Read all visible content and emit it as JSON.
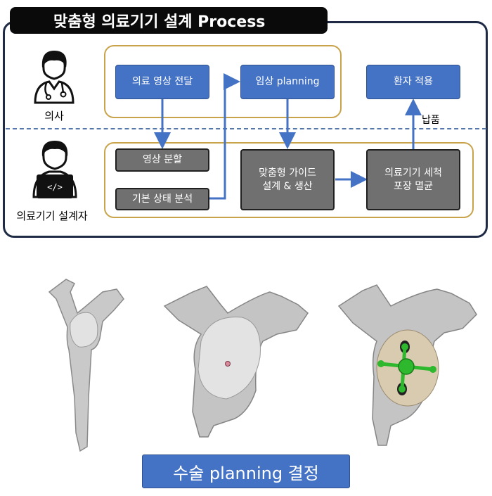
{
  "title": "맞춤형 의료기기 설계 Process",
  "roles": {
    "doctor": "의사",
    "designer": "의료기기 설계자"
  },
  "doctor_steps": {
    "image_transfer": "의료 영상 전달",
    "clinical_planning": "임상 planning",
    "patient_application": "환자 적용"
  },
  "designer_steps": {
    "image_segmentation": "영상 분할",
    "basic_analysis": "기본 상태 분석",
    "guide_design_line1": "맞춤형 가이드",
    "guide_design_line2": "설계 & 생산",
    "cleaning_line1": "의료기기 세척",
    "cleaning_line2": "포장 멸균"
  },
  "delivery_label": "납품",
  "caption": "수술 planning 결정",
  "icons": [
    "doctor-icon",
    "developer-laptop-icon"
  ],
  "colors": {
    "step_blue": "#4472c4",
    "step_gray": "#707070",
    "group_border": "#c8a34a",
    "frame": "#1f2a44",
    "guide_green": "#2db82d"
  }
}
